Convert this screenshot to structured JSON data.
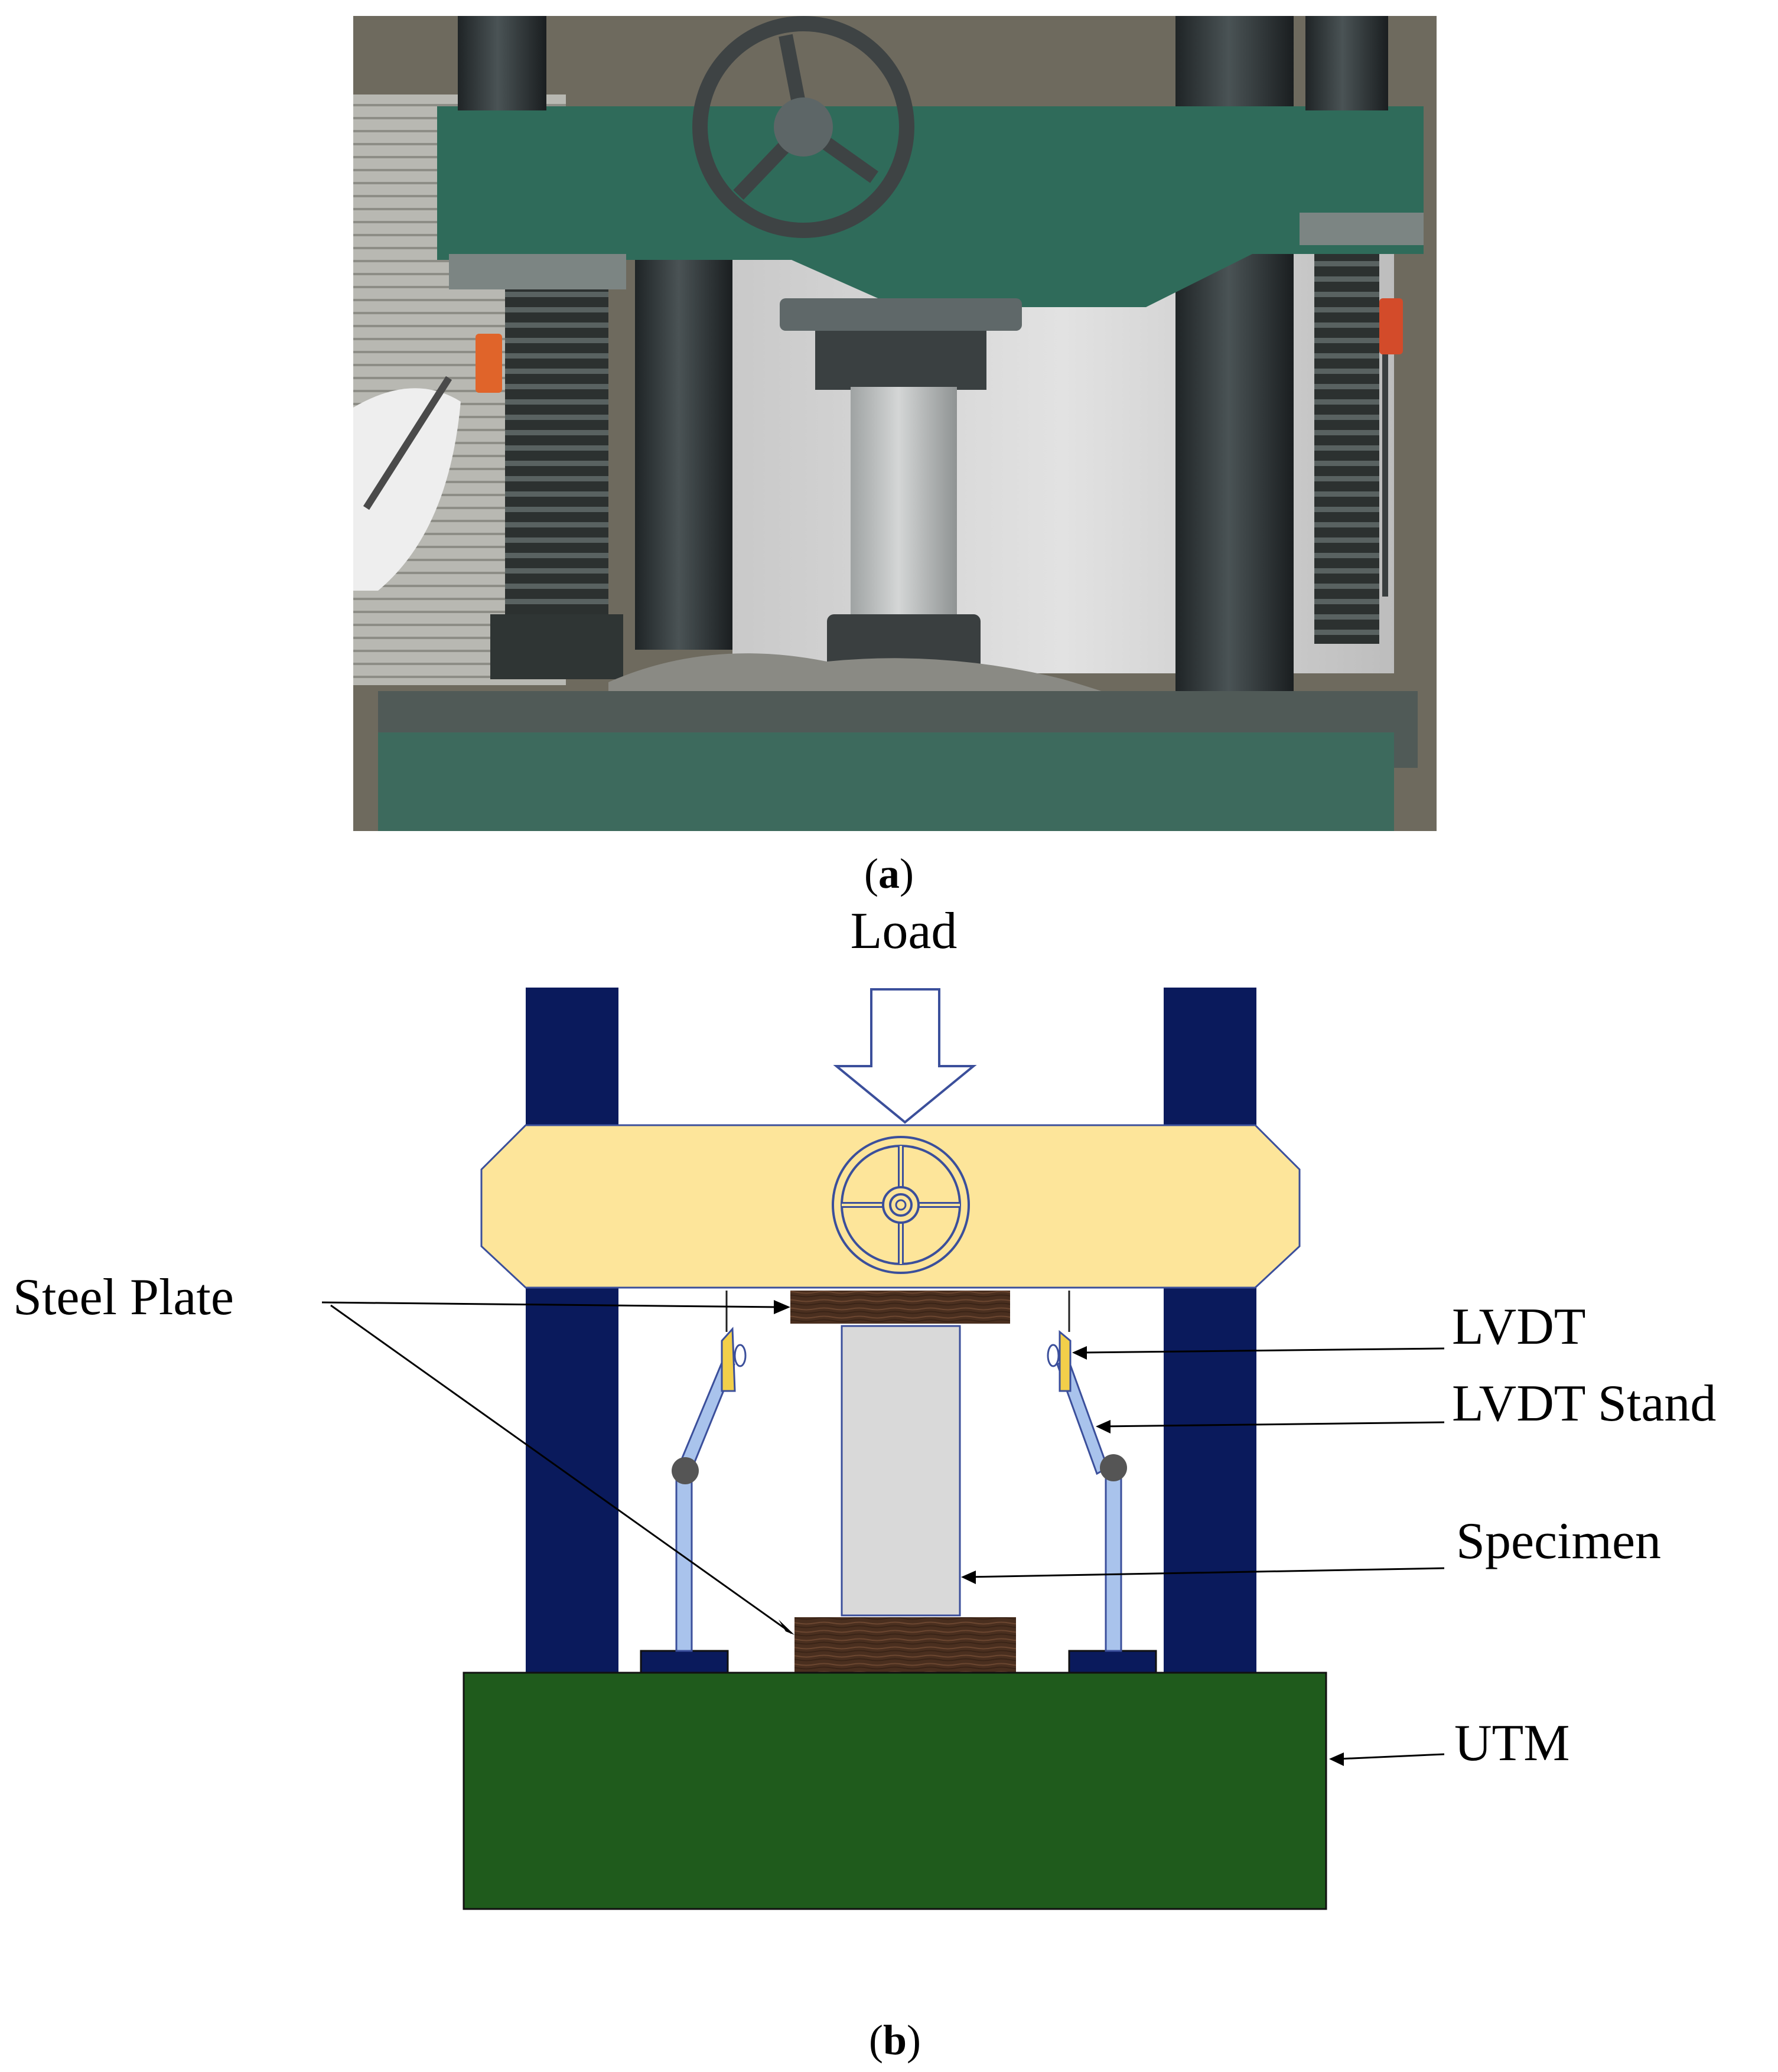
{
  "panel_a": {
    "caption_open": "(",
    "caption_letter": "a",
    "caption_close": ")"
  },
  "panel_b": {
    "caption_open": "(",
    "caption_letter": "b",
    "caption_close": ")",
    "labels": {
      "load": "Load",
      "steel_plate": "Steel Plate",
      "lvdt": "LVDT",
      "lvdt_stand": "LVDT Stand",
      "specimen": "Specimen",
      "utm": "UTM"
    }
  },
  "colors": {
    "column": "#0a1a5c",
    "crosshead": "#fde59a",
    "crosshead_stroke": "#3b4f9b",
    "base": "#1f5b1c",
    "plate": "#4a2f1f",
    "specimen": "#d9d9d9",
    "lvdt": "#f2cf4a",
    "stand": "#a9c3ec",
    "joint": "#555555",
    "machine_green": "#2f6b5a"
  }
}
